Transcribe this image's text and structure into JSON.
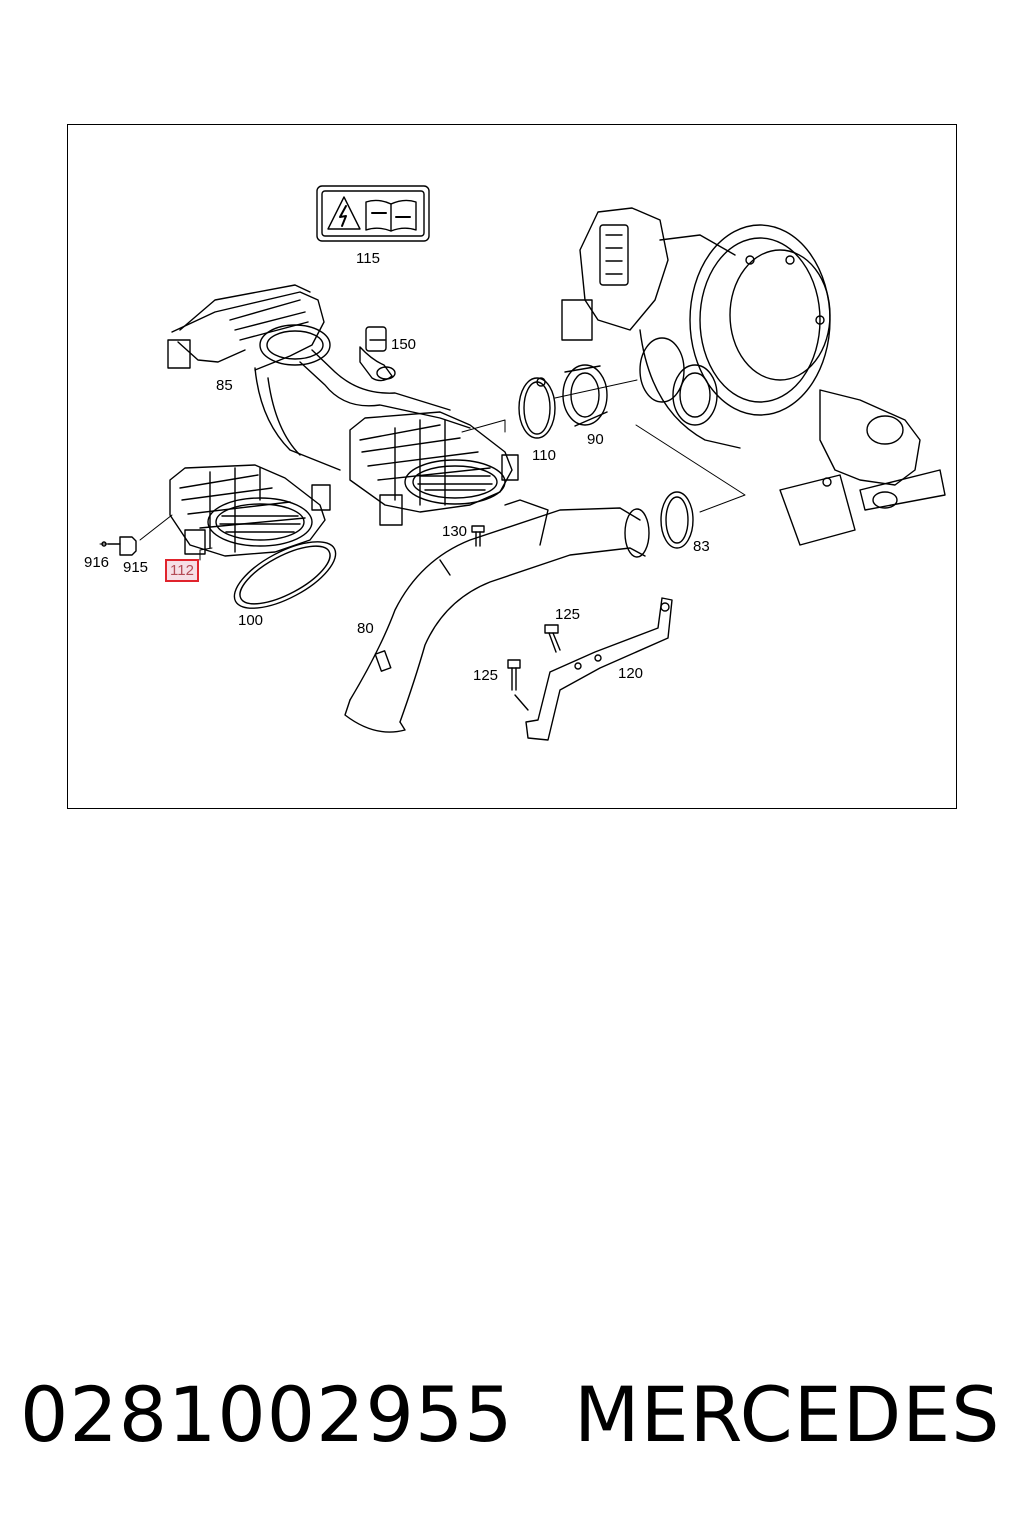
{
  "diagram": {
    "callouts": [
      {
        "id": "label-115",
        "text": "115"
      },
      {
        "id": "label-150",
        "text": "150"
      },
      {
        "id": "label-85",
        "text": "85"
      },
      {
        "id": "label-110",
        "text": "110"
      },
      {
        "id": "label-90",
        "text": "90"
      },
      {
        "id": "label-130",
        "text": "130"
      },
      {
        "id": "label-83",
        "text": "83"
      },
      {
        "id": "label-916",
        "text": "916"
      },
      {
        "id": "label-915",
        "text": "915"
      },
      {
        "id": "label-112",
        "text": "112",
        "highlighted": true
      },
      {
        "id": "label-100",
        "text": "100"
      },
      {
        "id": "label-80",
        "text": "80"
      },
      {
        "id": "label-125a",
        "text": "125"
      },
      {
        "id": "label-125b",
        "text": "125"
      },
      {
        "id": "label-120",
        "text": "120"
      }
    ],
    "highlight_color": "#e0232c"
  },
  "footer": {
    "part_number": "0281002955",
    "brand": "MERCEDES"
  }
}
